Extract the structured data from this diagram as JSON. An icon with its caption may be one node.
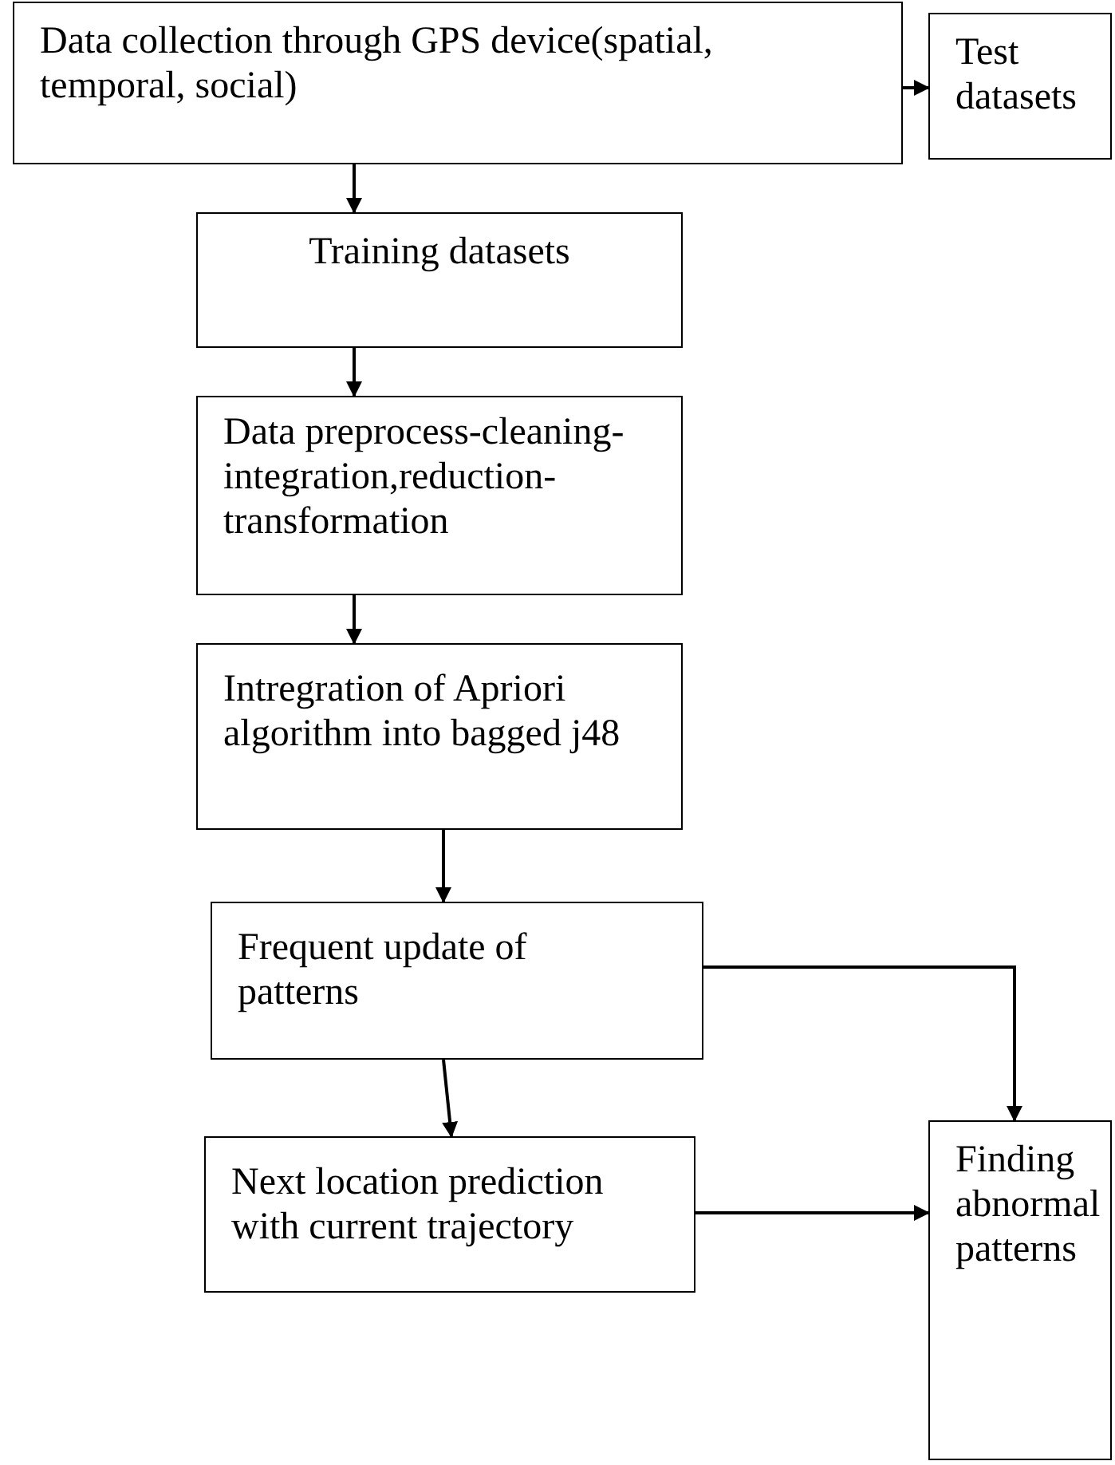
{
  "diagram": {
    "nodes": [
      {
        "text": [
          "Data collection through GPS device(spatial, temporal, social)"
        ]
      },
      {
        "text": [
          "Test datasets"
        ]
      },
      {
        "text": [
          "Training datasets"
        ]
      },
      {
        "text": [
          "Data preprocess-cleaning-integration,reduction-transformation"
        ]
      },
      {
        "text": [
          "Intregration of Apriori algorithm into bagged j48"
        ]
      },
      {
        "text": [
          "Frequent update of patterns"
        ]
      },
      {
        "text": [
          "Next location prediction with current trajectory"
        ]
      },
      {
        "text": [
          "Finding abnormal patterns"
        ]
      }
    ],
    "edges": [
      {
        "from": 0,
        "to": 1,
        "arrow": "to"
      },
      {
        "from": 0,
        "to": 2,
        "arrow": "to"
      },
      {
        "from": 2,
        "to": 3,
        "arrow": "to"
      },
      {
        "from": 3,
        "to": 4,
        "arrow": "to"
      },
      {
        "from": 4,
        "to": 5,
        "arrow": "to"
      },
      {
        "from": 5,
        "to": 6,
        "arrow": "to"
      },
      {
        "from": 5,
        "to": 7,
        "arrow": "to"
      },
      {
        "from": 6,
        "to": 7,
        "arrow": "to"
      }
    ]
  }
}
